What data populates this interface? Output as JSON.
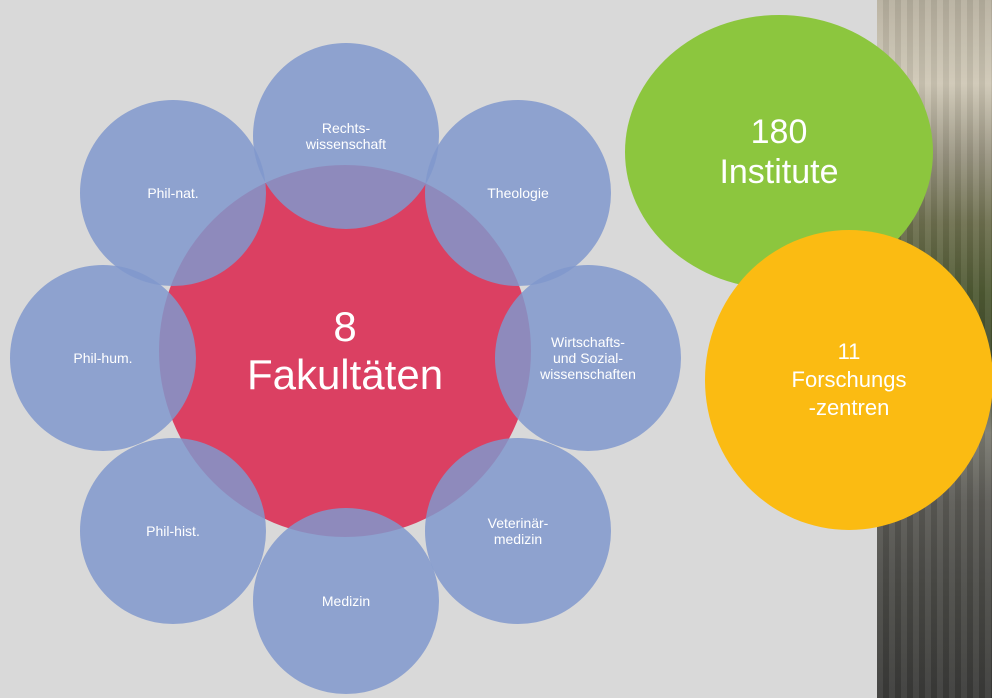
{
  "center": {
    "text": "8\nFakultäten",
    "color": "#dc1e48"
  },
  "faculties": [
    {
      "label": "Rechts-\nwissenschaft"
    },
    {
      "label": "Theologie"
    },
    {
      "label": "Wirtschafts-\nund Sozial-\nwissenschaften"
    },
    {
      "label": "Veterinär-\nmedizin"
    },
    {
      "label": "Medizin"
    },
    {
      "label": "Phil-hist."
    },
    {
      "label": "Phil-hum."
    },
    {
      "label": "Phil-nat."
    }
  ],
  "faculty_color": "#8098cc",
  "institutes": {
    "text": "180\nInstitute",
    "color": "#8cc63e"
  },
  "research_centers": {
    "text": "11\nForschungs\n-zentren",
    "color": "#fbbb12"
  }
}
